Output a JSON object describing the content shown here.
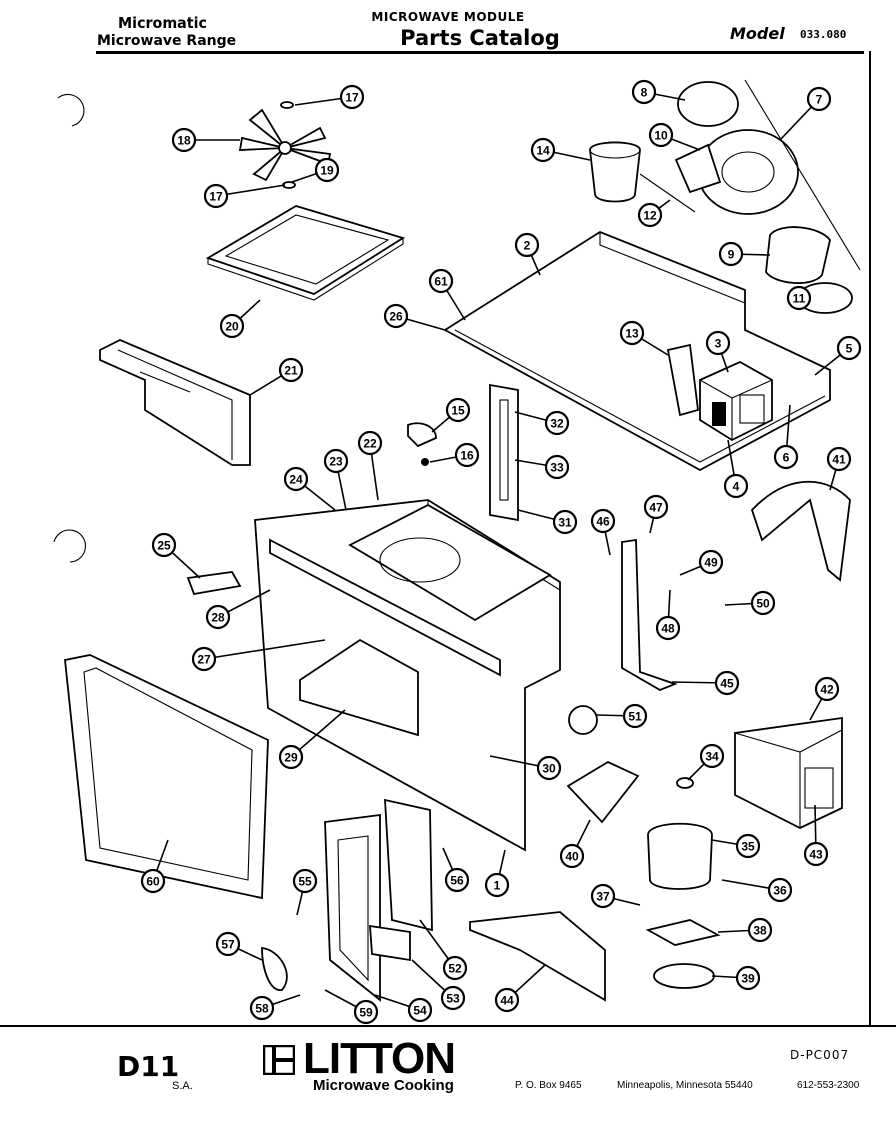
{
  "header": {
    "brand_line1": "Micromatic",
    "brand_line2": "Microwave Range",
    "module_line": "MICROWAVE MODULE",
    "catalog_title": "Parts Catalog",
    "model_label": "Model",
    "model_value": "033.080"
  },
  "callouts": [
    {
      "n": "1"
    },
    {
      "n": "2"
    },
    {
      "n": "3"
    },
    {
      "n": "4"
    },
    {
      "n": "5"
    },
    {
      "n": "6"
    },
    {
      "n": "7"
    },
    {
      "n": "8"
    },
    {
      "n": "9"
    },
    {
      "n": "10"
    },
    {
      "n": "11"
    },
    {
      "n": "12"
    },
    {
      "n": "13"
    },
    {
      "n": "14"
    },
    {
      "n": "15"
    },
    {
      "n": "16"
    },
    {
      "n": "17"
    },
    {
      "n": "17"
    },
    {
      "n": "18"
    },
    {
      "n": "19"
    },
    {
      "n": "20"
    },
    {
      "n": "21"
    },
    {
      "n": "22"
    },
    {
      "n": "23"
    },
    {
      "n": "24"
    },
    {
      "n": "25"
    },
    {
      "n": "26"
    },
    {
      "n": "27"
    },
    {
      "n": "28"
    },
    {
      "n": "29"
    },
    {
      "n": "30"
    },
    {
      "n": "31"
    },
    {
      "n": "32"
    },
    {
      "n": "33"
    },
    {
      "n": "34"
    },
    {
      "n": "35"
    },
    {
      "n": "36"
    },
    {
      "n": "37"
    },
    {
      "n": "38"
    },
    {
      "n": "39"
    },
    {
      "n": "40"
    },
    {
      "n": "41"
    },
    {
      "n": "42"
    },
    {
      "n": "43"
    },
    {
      "n": "44"
    },
    {
      "n": "45"
    },
    {
      "n": "46"
    },
    {
      "n": "47"
    },
    {
      "n": "48"
    },
    {
      "n": "49"
    },
    {
      "n": "50"
    },
    {
      "n": "51"
    },
    {
      "n": "52"
    },
    {
      "n": "53"
    },
    {
      "n": "54"
    },
    {
      "n": "55"
    },
    {
      "n": "56"
    },
    {
      "n": "57"
    },
    {
      "n": "58"
    },
    {
      "n": "59"
    },
    {
      "n": "60"
    },
    {
      "n": "61"
    }
  ],
  "footer": {
    "page_code": "D11",
    "brand": "LITTON",
    "brand_sub": "Microwave Cooking",
    "sa_fragment": "S.A.",
    "po_box": "P. O. Box 9465",
    "city": "Minneapolis, Minnesota 55440",
    "phone": "612-553-2300",
    "doc_no": "D-PC007"
  }
}
